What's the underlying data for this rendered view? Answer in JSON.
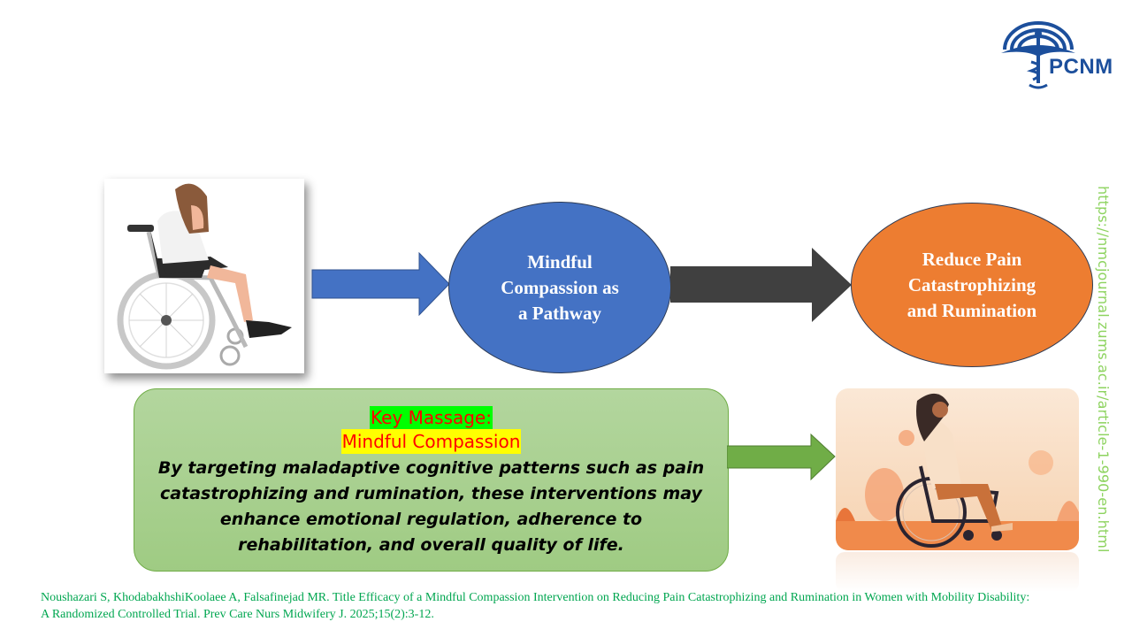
{
  "logo": {
    "text": "PCNM",
    "color": "#1c4f9c"
  },
  "side_url": "https://nmcjournal.zums.ac.ir/article-1-990-en.html",
  "flow": {
    "start_image": "woman-in-wheelchair-distressed",
    "node1": {
      "lines": [
        "Mindful",
        "Compassion as",
        "a Pathway"
      ],
      "color": "#4472c4"
    },
    "node2": {
      "lines": [
        "Reduce Pain",
        "Catastrophizing",
        "and Rumination"
      ],
      "color": "#ed7d31"
    },
    "arrow1_color": "#4472c4",
    "arrow2_color": "#404040",
    "arrow3_color": "#70ad47"
  },
  "key_message": {
    "heading": "Key Massage:",
    "subheading": "Mindful Compassion",
    "body": "By targeting maladaptive cognitive patterns such as pain catastrophizing and rumination, these interventions may enhance emotional regulation, adherence to rehabilitation, and overall quality of life."
  },
  "end_image": "confident-woman-in-wheelchair",
  "citation": {
    "line1": "Noushazari S, KhodabakhshiKoolaee A, Falsafinejad MR. Title Efficacy of a Mindful Compassion Intervention on Reducing Pain Catastrophizing and Rumination in Women with Mobility Disability:",
    "line2": "A Randomized Controlled Trial. Prev Care Nurs Midwifery J. 2025;15(2):3-12."
  }
}
